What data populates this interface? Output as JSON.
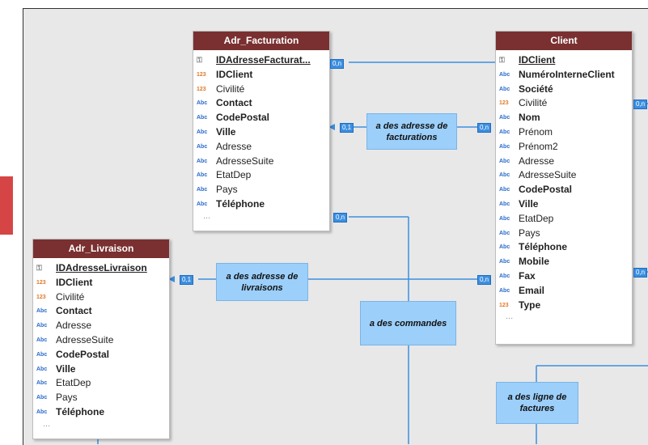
{
  "entities": {
    "adr_facturation": {
      "title": "Adr_Facturation",
      "fields": [
        {
          "icon": "key",
          "text": "IDAdresseFacturat...",
          "style": "u"
        },
        {
          "icon": "123",
          "text": "IDClient",
          "style": "b"
        },
        {
          "icon": "123",
          "text": "Civilité",
          "style": ""
        },
        {
          "icon": "Abc",
          "text": "Contact",
          "style": "b"
        },
        {
          "icon": "Abc",
          "text": "CodePostal",
          "style": "b"
        },
        {
          "icon": "Abc",
          "text": "Ville",
          "style": "b"
        },
        {
          "icon": "Abc",
          "text": "Adresse",
          "style": ""
        },
        {
          "icon": "Abc",
          "text": "AdresseSuite",
          "style": ""
        },
        {
          "icon": "Abc",
          "text": "EtatDep",
          "style": ""
        },
        {
          "icon": "Abc",
          "text": "Pays",
          "style": ""
        },
        {
          "icon": "Abc",
          "text": "Téléphone",
          "style": "b"
        }
      ],
      "more": "..."
    },
    "client": {
      "title": "Client",
      "fields": [
        {
          "icon": "key",
          "text": "IDClient",
          "style": "u"
        },
        {
          "icon": "Abc",
          "text": "NuméroInterneClient",
          "style": "b"
        },
        {
          "icon": "Abc",
          "text": "Société",
          "style": "b"
        },
        {
          "icon": "123",
          "text": "Civilité",
          "style": ""
        },
        {
          "icon": "Abc",
          "text": "Nom",
          "style": "b"
        },
        {
          "icon": "Abc",
          "text": "Prénom",
          "style": ""
        },
        {
          "icon": "Abc",
          "text": "Prénom2",
          "style": ""
        },
        {
          "icon": "Abc",
          "text": "Adresse",
          "style": ""
        },
        {
          "icon": "Abc",
          "text": "AdresseSuite",
          "style": ""
        },
        {
          "icon": "Abc",
          "text": "CodePostal",
          "style": "b"
        },
        {
          "icon": "Abc",
          "text": "Ville",
          "style": "b"
        },
        {
          "icon": "Abc",
          "text": "EtatDep",
          "style": ""
        },
        {
          "icon": "Abc",
          "text": "Pays",
          "style": ""
        },
        {
          "icon": "Abc",
          "text": "Téléphone",
          "style": "b"
        },
        {
          "icon": "Abc",
          "text": "Mobile",
          "style": "b"
        },
        {
          "icon": "Abc",
          "text": "Fax",
          "style": "b"
        },
        {
          "icon": "Abc",
          "text": "Email",
          "style": "b"
        },
        {
          "icon": "123",
          "text": "Type",
          "style": "b"
        }
      ],
      "more": "..."
    },
    "adr_livraison": {
      "title": "Adr_Livraison",
      "fields": [
        {
          "icon": "key",
          "text": "IDAdresseLivraison",
          "style": "u"
        },
        {
          "icon": "123",
          "text": "IDClient",
          "style": "b"
        },
        {
          "icon": "123",
          "text": "Civilité",
          "style": ""
        },
        {
          "icon": "Abc",
          "text": "Contact",
          "style": "b"
        },
        {
          "icon": "Abc",
          "text": "Adresse",
          "style": ""
        },
        {
          "icon": "Abc",
          "text": "AdresseSuite",
          "style": ""
        },
        {
          "icon": "Abc",
          "text": "CodePostal",
          "style": "b"
        },
        {
          "icon": "Abc",
          "text": "Ville",
          "style": "b"
        },
        {
          "icon": "Abc",
          "text": "EtatDep",
          "style": ""
        },
        {
          "icon": "Abc",
          "text": "Pays",
          "style": ""
        },
        {
          "icon": "Abc",
          "text": "Téléphone",
          "style": "b"
        }
      ],
      "more": "..."
    }
  },
  "associations": {
    "facturations": "a des adresse de facturations",
    "livraisons": "a des adresse de livraisons",
    "commandes": "a des commandes",
    "lignes_factures": "a des ligne de factures"
  },
  "cardinalities": {
    "fact_left": "0,1",
    "fact_right": "0,n",
    "fact_top": "0,n",
    "fact_bottom": "0,n",
    "liv_left": "0,1",
    "liv_right": "0,n",
    "client_right_top": "0,n",
    "client_right_bottom": "0,n"
  },
  "icons": {
    "key": "⚿",
    "Abc": "Abc",
    "123": "123"
  }
}
